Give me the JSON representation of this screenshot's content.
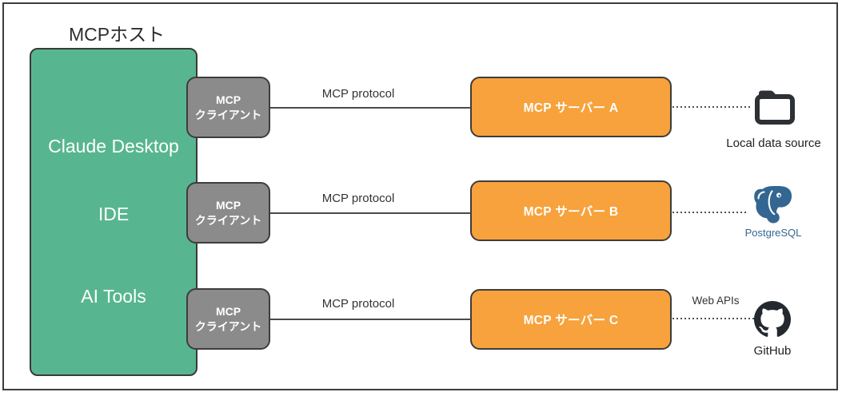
{
  "title": "MCPホスト",
  "host": {
    "apps": [
      "Claude Desktop",
      "IDE",
      "AI Tools"
    ]
  },
  "client": {
    "line1": "MCP",
    "line2": "クライアント"
  },
  "rows": [
    {
      "protocol": "MCP protocol",
      "server": "MCP サーバー A",
      "target": "Local data source"
    },
    {
      "protocol": "MCP protocol",
      "server": "MCP サーバー B",
      "target": "PostgreSQL"
    },
    {
      "protocol": "MCP protocol",
      "server": "MCP サーバー C",
      "target": "GitHub",
      "connection": "Web APIs"
    }
  ],
  "icons": {
    "row0": "folder-icon",
    "row1": "postgresql-logo-icon",
    "row2": "github-logo-icon"
  },
  "colors": {
    "host_fill": "#57B690",
    "server_fill": "#F7A23C",
    "client_fill": "#8B8B8B",
    "outline": "#3D3D3D",
    "line": "#4B4B4B",
    "postgres_blue": "#336791",
    "github_dark": "#24292F",
    "folder_dark": "#2D3136"
  }
}
